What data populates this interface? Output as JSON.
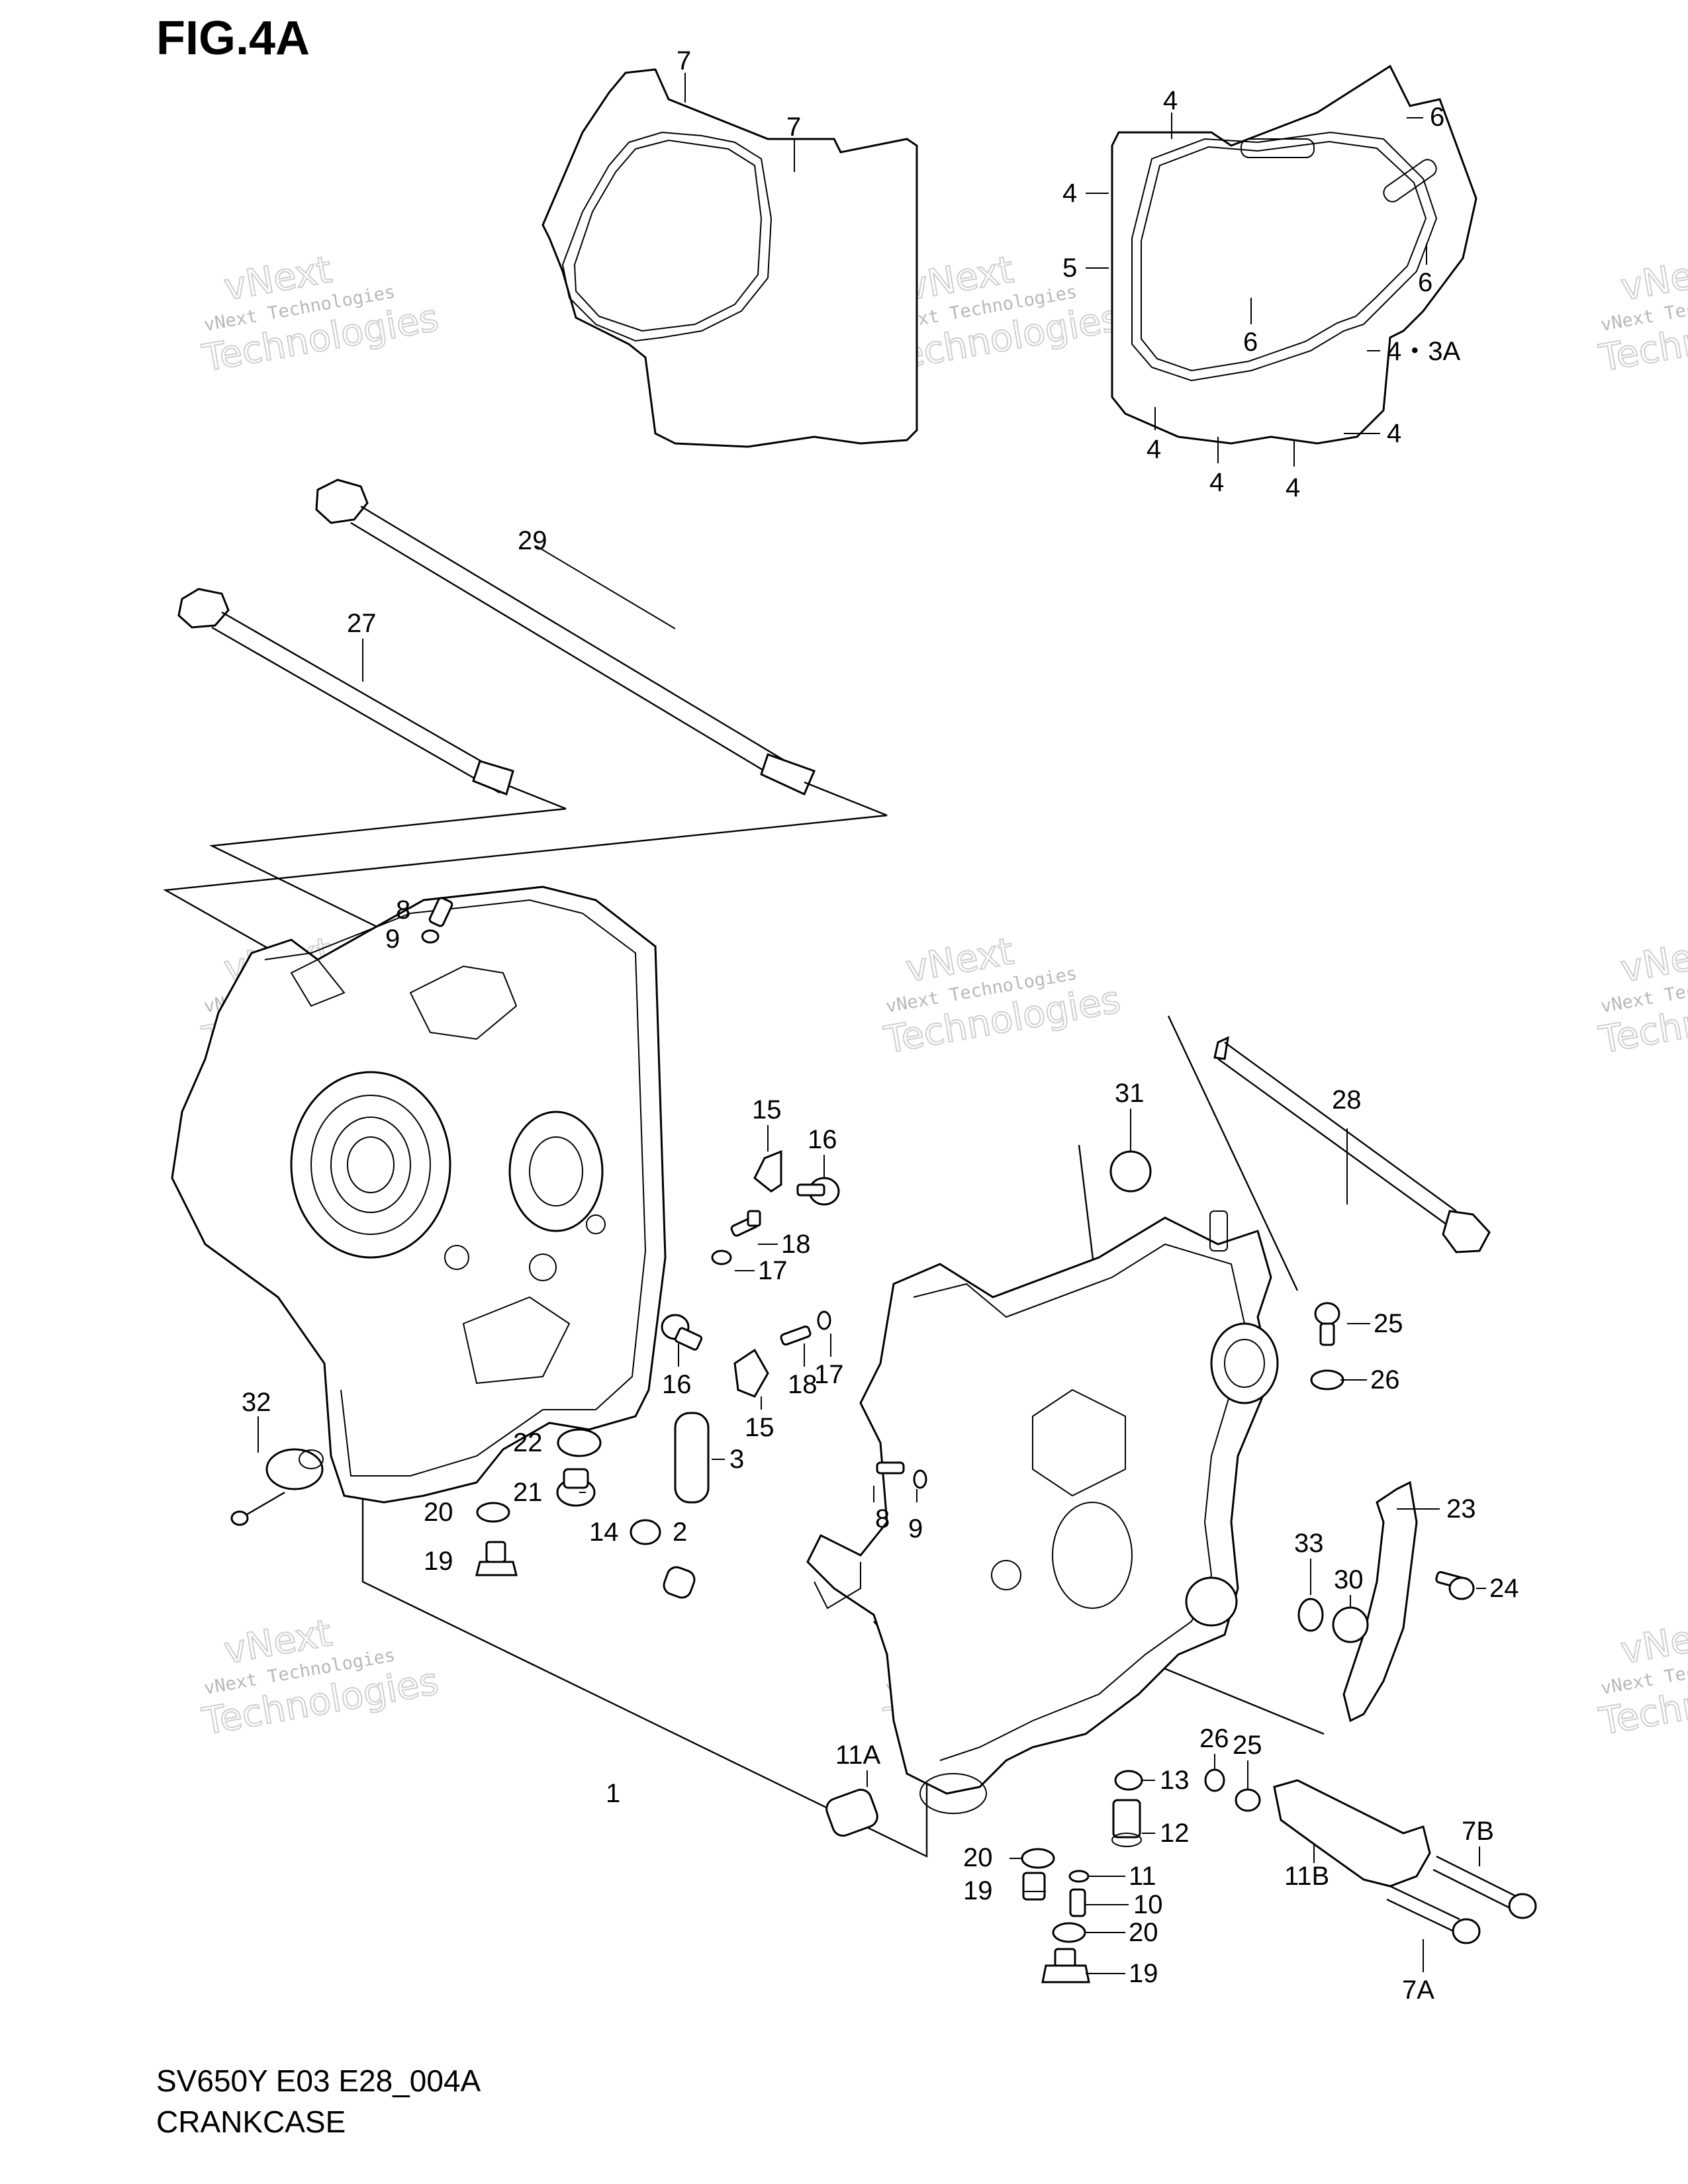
{
  "figure": {
    "title": "FIG.4A",
    "model_code": "SV650Y E03 E28_004A",
    "section_name": "CRANKCASE"
  },
  "watermark": {
    "line1": "vNext",
    "line2": "vNext Technologies",
    "line3": "Technologies"
  },
  "callouts": [
    {
      "key": "7a",
      "text": "7"
    },
    {
      "key": "7b",
      "text": "7"
    },
    {
      "key": "4a",
      "text": "4"
    },
    {
      "key": "6a",
      "text": "6"
    },
    {
      "key": "4b",
      "text": "4"
    },
    {
      "key": "5",
      "text": "5"
    },
    {
      "key": "6b",
      "text": "6"
    },
    {
      "key": "6c",
      "text": "6"
    },
    {
      "key": "4_3a",
      "text": "4・3A"
    },
    {
      "key": "4c",
      "text": "4"
    },
    {
      "key": "4d",
      "text": "4"
    },
    {
      "key": "4e",
      "text": "4"
    },
    {
      "key": "4f",
      "text": "4"
    },
    {
      "key": "29",
      "text": "29"
    },
    {
      "key": "27",
      "text": "27"
    },
    {
      "key": "8a",
      "text": "8"
    },
    {
      "key": "9a",
      "text": "9"
    },
    {
      "key": "28",
      "text": "28"
    },
    {
      "key": "31",
      "text": "31"
    },
    {
      "key": "15a",
      "text": "15"
    },
    {
      "key": "16a",
      "text": "16"
    },
    {
      "key": "18a",
      "text": "18"
    },
    {
      "key": "17a",
      "text": "17"
    },
    {
      "key": "16b",
      "text": "16"
    },
    {
      "key": "18b",
      "text": "18"
    },
    {
      "key": "17b",
      "text": "17"
    },
    {
      "key": "15b",
      "text": "15"
    },
    {
      "key": "25a",
      "text": "25"
    },
    {
      "key": "26a",
      "text": "26"
    },
    {
      "key": "32",
      "text": "32"
    },
    {
      "key": "22",
      "text": "22"
    },
    {
      "key": "3",
      "text": "3"
    },
    {
      "key": "21",
      "text": "21"
    },
    {
      "key": "20a",
      "text": "20"
    },
    {
      "key": "14",
      "text": "14"
    },
    {
      "key": "2",
      "text": "2"
    },
    {
      "key": "19a",
      "text": "19"
    },
    {
      "key": "8b",
      "text": "8"
    },
    {
      "key": "9b",
      "text": "9"
    },
    {
      "key": "23",
      "text": "23"
    },
    {
      "key": "33",
      "text": "33"
    },
    {
      "key": "30",
      "text": "30"
    },
    {
      "key": "24",
      "text": "24"
    },
    {
      "key": "1",
      "text": "1"
    },
    {
      "key": "26b",
      "text": "26"
    },
    {
      "key": "25b",
      "text": "25"
    },
    {
      "key": "11a",
      "text": "11A"
    },
    {
      "key": "13",
      "text": "13"
    },
    {
      "key": "12",
      "text": "12"
    },
    {
      "key": "7b2",
      "text": "7B"
    },
    {
      "key": "20b",
      "text": "20"
    },
    {
      "key": "11",
      "text": "11"
    },
    {
      "key": "11b",
      "text": "11B"
    },
    {
      "key": "19b",
      "text": "19"
    },
    {
      "key": "10",
      "text": "10"
    },
    {
      "key": "20c",
      "text": "20"
    },
    {
      "key": "7a2",
      "text": "7A"
    },
    {
      "key": "19c",
      "text": "19"
    }
  ]
}
